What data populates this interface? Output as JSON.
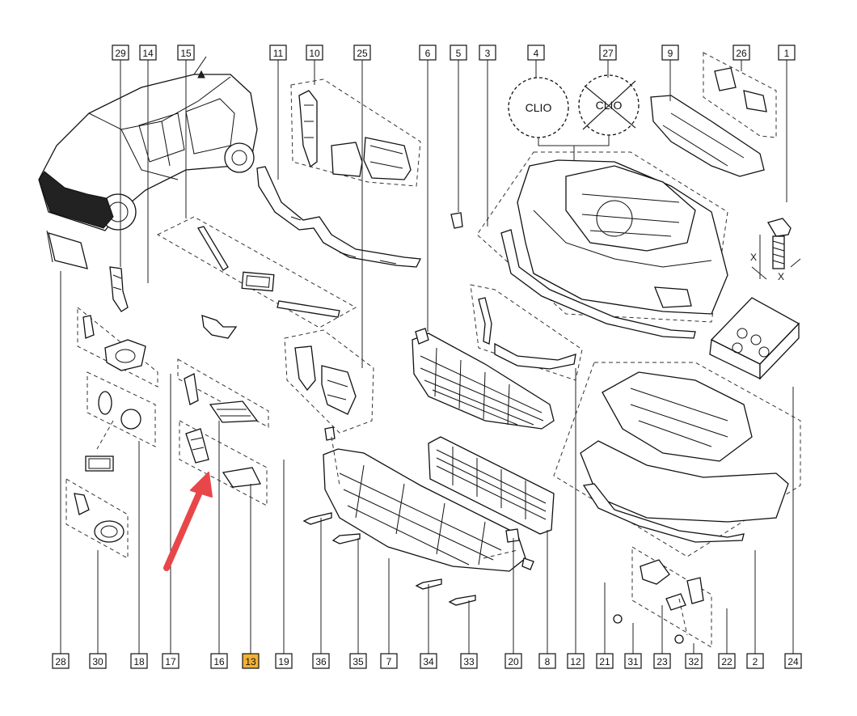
{
  "top_labels": [
    "29",
    "14",
    "15",
    "11",
    "10",
    "25",
    "6",
    "5",
    "3",
    "4",
    "27",
    "9",
    "26",
    "1"
  ],
  "bottom_labels": [
    "28",
    "30",
    "18",
    "17",
    "16",
    "13",
    "19",
    "36",
    "35",
    "7",
    "34",
    "33",
    "20",
    "8",
    "12",
    "21",
    "31",
    "23",
    "32",
    "22",
    "2",
    "24"
  ],
  "highlighted_label": "13",
  "clio_badges": [
    {
      "id": "4",
      "text": "CLIO",
      "crossed": false
    },
    {
      "id": "27",
      "text": "CLIO",
      "crossed": true
    }
  ],
  "measure_marks": [
    "X",
    "X"
  ],
  "colors": {
    "highlight": "#f2b233",
    "arrow": "#e8474a",
    "line": "#111111"
  }
}
